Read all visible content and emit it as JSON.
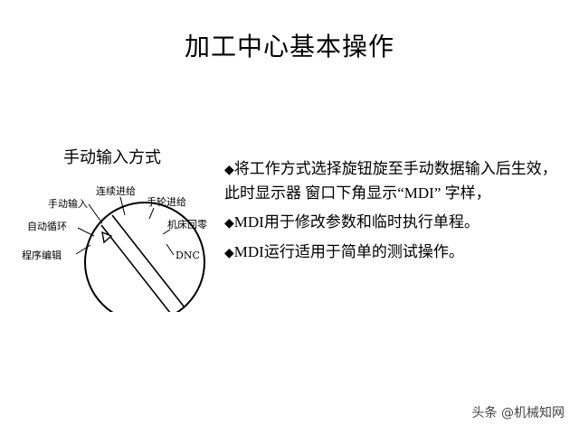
{
  "title": "加工中心基本操作",
  "dial": {
    "heading": "手动输入方式",
    "positions": {
      "program_edit": "程序编辑",
      "auto_cycle": "自动循环",
      "manual_input": "手动输入",
      "continuous_feed": "连续进给",
      "handwheel_feed": "手轮进给",
      "machine_home": "机床回零",
      "dnc": "DNC"
    }
  },
  "bullets": [
    {
      "marker": "◆",
      "text": "将工作方式选择旋钮旋至手动数据输入后生效，此时显示器 窗口下角显示“MDI”  字样，"
    },
    {
      "marker": "◆",
      "text": "MDI用于修改参数和临时执行单程。"
    },
    {
      "marker": "◆",
      "text": "MDI运行适用于简单的测试操作。"
    }
  ],
  "watermark": "头条 @机械知网"
}
